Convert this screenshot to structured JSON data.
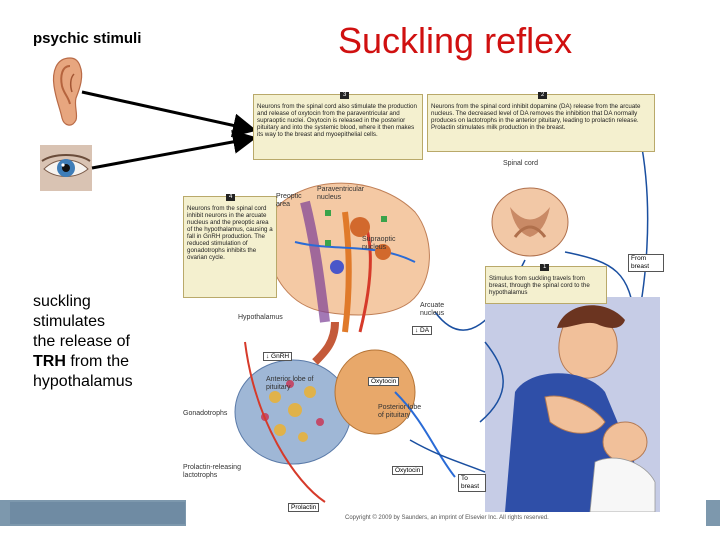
{
  "slide": {
    "title": "Suckling reflex",
    "psychic_label": "psychic stimuli",
    "caption_line1": "suckling",
    "caption_line2": "stimulates",
    "caption_line3": "the release of",
    "caption_bold": "TRH",
    "caption_line4_rest": " from the",
    "caption_line5": "hypothalamus",
    "copyright": "Copyright © 2009 by Saunders, an imprint of Elsevier Inc. All rights reserved."
  },
  "diagram": {
    "box1": {
      "badge": "1",
      "text": "Stimulus from suckling travels from breast, through the spinal cord to the hypothalamus"
    },
    "box2": {
      "badge": "2",
      "text": "Neurons from the spinal cord inhibit dopamine (DA) release from the arcuate nucleus. The decreased level of DA removes the inhibition that DA normally produces on lactotrophs in the anterior pituitary, leading to prolactin release. Prolactin stimulates milk production in the breast."
    },
    "box3": {
      "badge": "3",
      "text": "Neurons from the spinal cord also stimulate the production and release of oxytocin from the paraventricular and supraoptic nuclei. Oxytocin is released in the posterior pituitary and into the systemic blood, where it then makes its way to the breast and myoepithelial cells."
    },
    "box4": {
      "badge": "4",
      "text": "Neurons from the spinal cord inhibit neurons in the arcuate nucleus and the preoptic area of the hypothalamus, causing a fall in GnRH production. The reduced stimulation of gonadotrophs inhibits the ovarian cycle."
    },
    "labels": {
      "spinal_cord": "Spinal cord",
      "from_breast": "From breast",
      "preoptic_area": "Preoptic area",
      "paraventricular": "Paraventricular nucleus",
      "supraoptic": "Supraoptic nucleus",
      "hypothalamus": "Hypothalamus",
      "arcuate": "Arcuate nucleus",
      "da": "↓ DA",
      "gnrh": "↓ GnRH",
      "anterior_lobe": "Anterior lobe of pituitary",
      "oxytocin_1": "Oxytocin",
      "posterior_lobe": "Posterior lobe of pituitary",
      "gonadotrophs": "Gonadotrophs",
      "prolactin_releasing": "Prolactin-releasing lactotrophs",
      "oxytocin_2": "Oxytocin",
      "to_breast": "To breast",
      "prolactin": "Prolactin"
    }
  }
}
